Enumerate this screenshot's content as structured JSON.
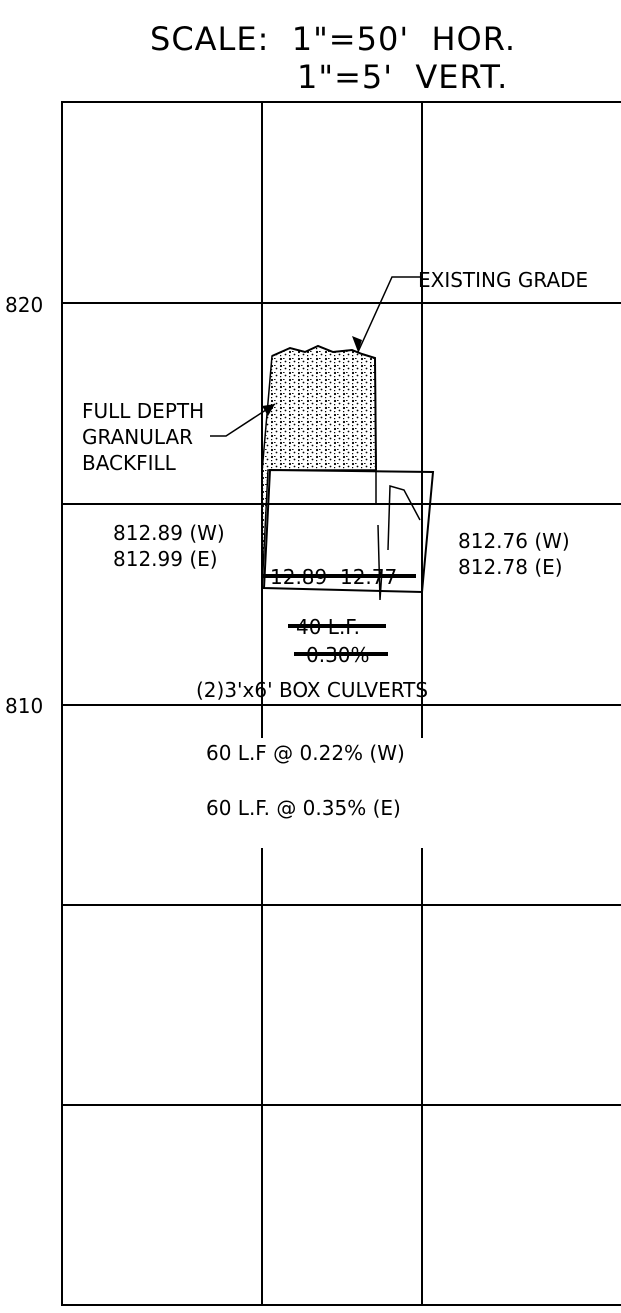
{
  "scale": {
    "line1": "SCALE:  1\"=50'  HOR.",
    "line2": "1\"=5'  VERT."
  },
  "elevations": {
    "label_820": "820",
    "label_810": "810"
  },
  "labels": {
    "existing_grade": "EXISTING GRADE",
    "backfill": [
      "FULL DEPTH",
      "GRANULAR",
      "BACKFILL"
    ],
    "left_inverts": [
      "812.89 (W)",
      "812.99 (E)"
    ],
    "right_inverts": [
      "812.76 (W)",
      "812.78 (E)"
    ],
    "struck_inverts": "12.89  12.77",
    "struck_length": "40 L.F.",
    "struck_slope": "0.30%",
    "culvert": "(2)3'x6' BOX CULVERTS",
    "run_west": "60 L.F @ 0.22% (W)",
    "run_east": "60 L.F. @ 0.35% (E)"
  },
  "colors": {
    "ink": "#000000",
    "paper": "#ffffff"
  }
}
